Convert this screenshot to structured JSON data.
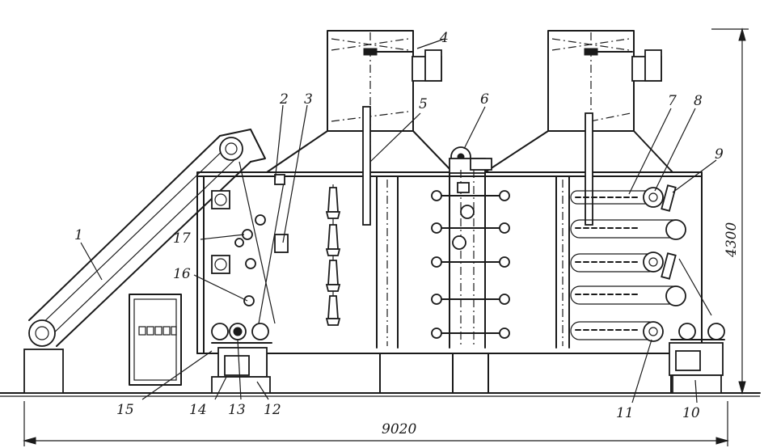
{
  "labels": {
    "l1": "1",
    "l2": "2",
    "l3": "3",
    "l4": "4",
    "l5": "5",
    "l6": "6",
    "l7": "7",
    "l8": "8",
    "l9": "9",
    "l10": "10",
    "l11": "11",
    "l12": "12",
    "l13": "13",
    "l14": "14",
    "l15": "15",
    "l16": "16",
    "l17": "17"
  },
  "dimensions": {
    "width": "9020",
    "height": "4300"
  }
}
